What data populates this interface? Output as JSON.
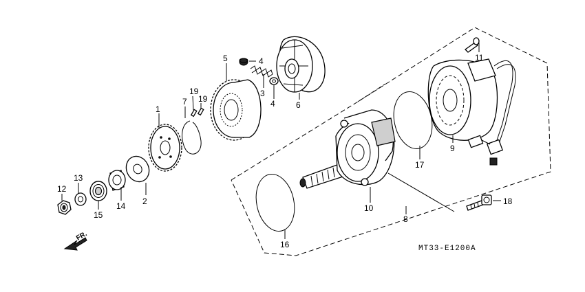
{
  "diagram": {
    "code": "MT33-E1200A",
    "direction_label": "FR.",
    "callouts": [
      {
        "id": "c1",
        "label": "1"
      },
      {
        "id": "c2",
        "label": "2"
      },
      {
        "id": "c3",
        "label": "3"
      },
      {
        "id": "c4a",
        "label": "4"
      },
      {
        "id": "c4b",
        "label": "4"
      },
      {
        "id": "c5",
        "label": "5"
      },
      {
        "id": "c6",
        "label": "6"
      },
      {
        "id": "c7",
        "label": "7"
      },
      {
        "id": "c8",
        "label": "8"
      },
      {
        "id": "c9",
        "label": "9"
      },
      {
        "id": "c10",
        "label": "10"
      },
      {
        "id": "c11",
        "label": "11"
      },
      {
        "id": "c12",
        "label": "12"
      },
      {
        "id": "c13",
        "label": "13"
      },
      {
        "id": "c14",
        "label": "14"
      },
      {
        "id": "c15",
        "label": "15"
      },
      {
        "id": "c16",
        "label": "16"
      },
      {
        "id": "c17",
        "label": "17"
      },
      {
        "id": "c18",
        "label": "18"
      },
      {
        "id": "c19a",
        "label": "19"
      },
      {
        "id": "c19b",
        "label": "19"
      }
    ]
  }
}
